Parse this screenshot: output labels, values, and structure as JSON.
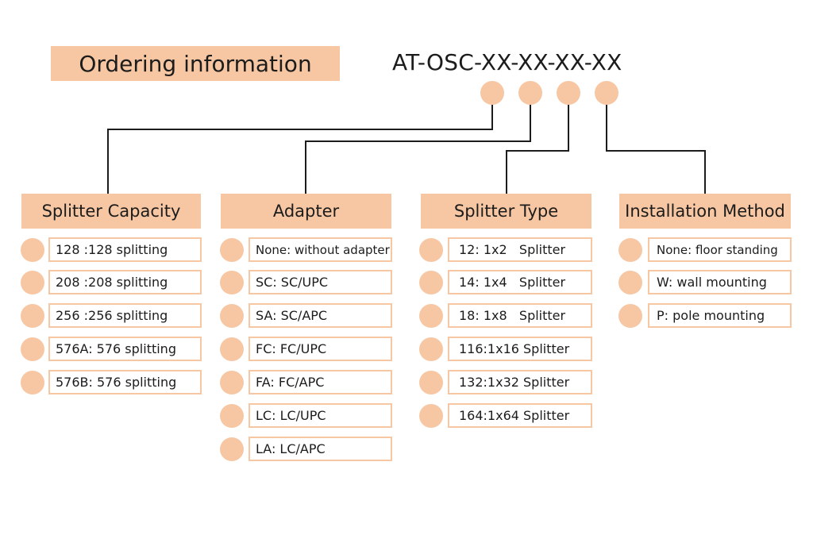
{
  "title": "Ordering information",
  "model_code": "AT-OSC-XX-XX-XX-XX",
  "accent_color": "#f7c7a3",
  "columns": [
    {
      "header": "Splitter Capacity",
      "items": [
        "128 :128 splitting",
        "208 :208 splitting",
        "256 :256 splitting",
        "576A: 576 splitting",
        "576B: 576 splitting"
      ]
    },
    {
      "header": "Adapter",
      "items": [
        "None: without adapter",
        "SC: SC/UPC",
        "SA: SC/APC",
        "FC: FC/UPC",
        "FA: FC/APC",
        "LC: LC/UPC",
        "LA: LC/APC"
      ]
    },
    {
      "header": "Splitter Type",
      "items": [
        "12: 1x2   Splitter",
        "14: 1x4   Splitter",
        "18: 1x8   Splitter",
        "116:1x16 Splitter",
        "132:1x32 Splitter",
        "164:1x64 Splitter"
      ]
    },
    {
      "header": "Installation Method",
      "items": [
        "None: floor standing",
        "W: wall mounting",
        "P: pole mounting"
      ]
    }
  ]
}
